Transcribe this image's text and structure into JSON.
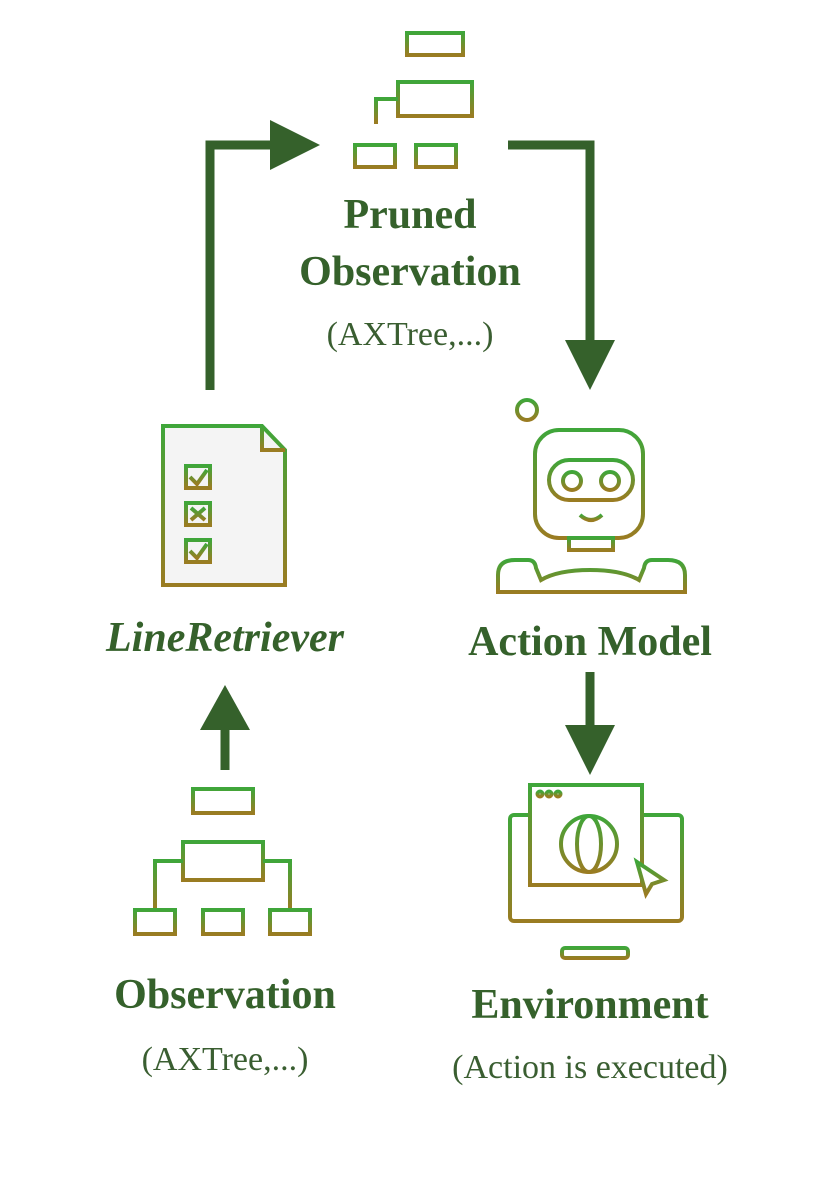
{
  "nodes": {
    "pruned": {
      "title_line1": "Pruned",
      "title_line2": "Observation",
      "subtitle": "(AXTree,...)",
      "icon": "tree-hierarchy-icon"
    },
    "retriever": {
      "title": "LineRetriever",
      "icon": "checklist-document-icon"
    },
    "action_model": {
      "title": "Action Model",
      "icon": "robot-icon"
    },
    "observation": {
      "title": "Observation",
      "subtitle": "(AXTree,...)",
      "icon": "tree-hierarchy-icon"
    },
    "environment": {
      "title": "Environment",
      "subtitle": "(Action is executed)",
      "icon": "monitor-globe-icon"
    }
  },
  "colors": {
    "arrow": "#35612b",
    "text": "#35612b",
    "icon_green": "#3fa63a",
    "icon_gold": "#9a7c22"
  }
}
